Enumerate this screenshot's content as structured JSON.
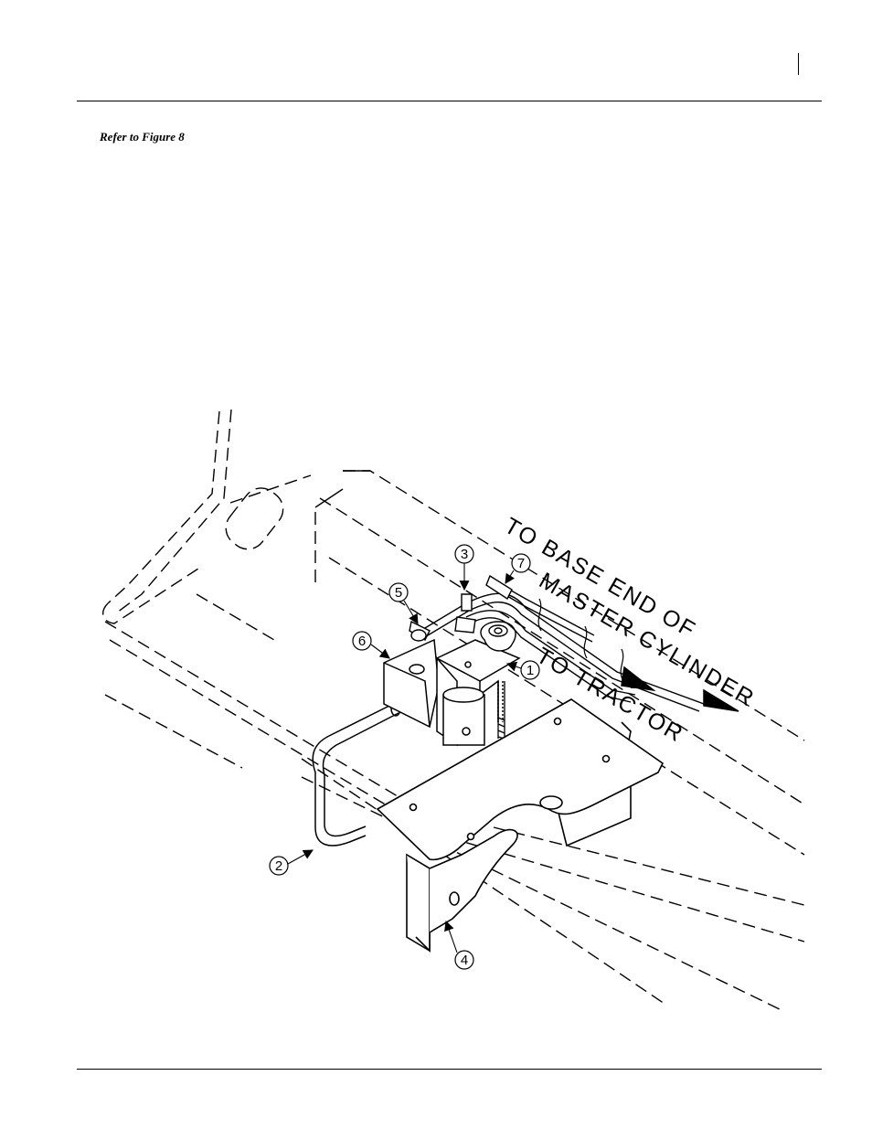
{
  "page": {
    "refer_text": "Refer to Figure 8"
  },
  "figure": {
    "labels": {
      "base_line1": "TO BASE END OF",
      "base_line2": "MASTER CYLINDER",
      "tractor": "TO TRACTOR"
    },
    "callouts": {
      "c1": "1",
      "c2": "2",
      "c3": "3",
      "c4": "4",
      "c5": "5",
      "c6": "6",
      "c7": "7"
    }
  }
}
